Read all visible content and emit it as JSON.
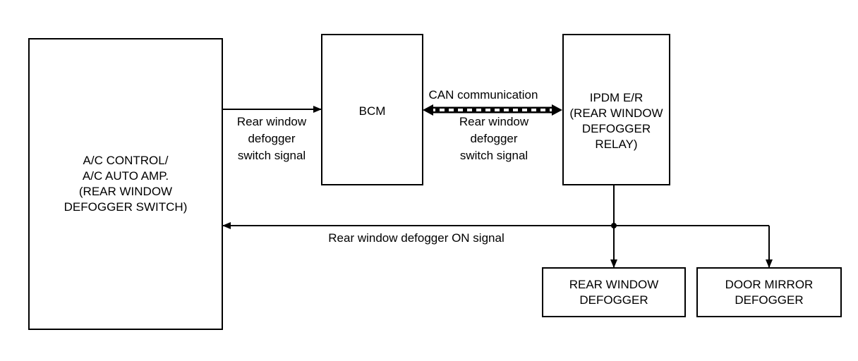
{
  "blocks": {
    "ac_control": [
      "A/C CONTROL/",
      "A/C AUTO AMP.",
      "(REAR WINDOW",
      "DEFOGGER SWITCH)"
    ],
    "bcm": [
      "BCM"
    ],
    "ipdm": [
      "IPDM E/R",
      "(REAR WINDOW",
      "DEFOGGER",
      "RELAY)"
    ],
    "rear_window_defogger": [
      "REAR WINDOW",
      "DEFOGGER"
    ],
    "door_mirror_defogger": [
      "DOOR MIRROR",
      "DEFOGGER"
    ]
  },
  "signals": {
    "switch_signal_left": [
      "Rear window",
      "defogger",
      "switch signal"
    ],
    "can_title": "CAN communication",
    "switch_signal_can": [
      "Rear window",
      "defogger",
      "switch signal"
    ],
    "on_signal": "Rear window defogger ON signal"
  }
}
